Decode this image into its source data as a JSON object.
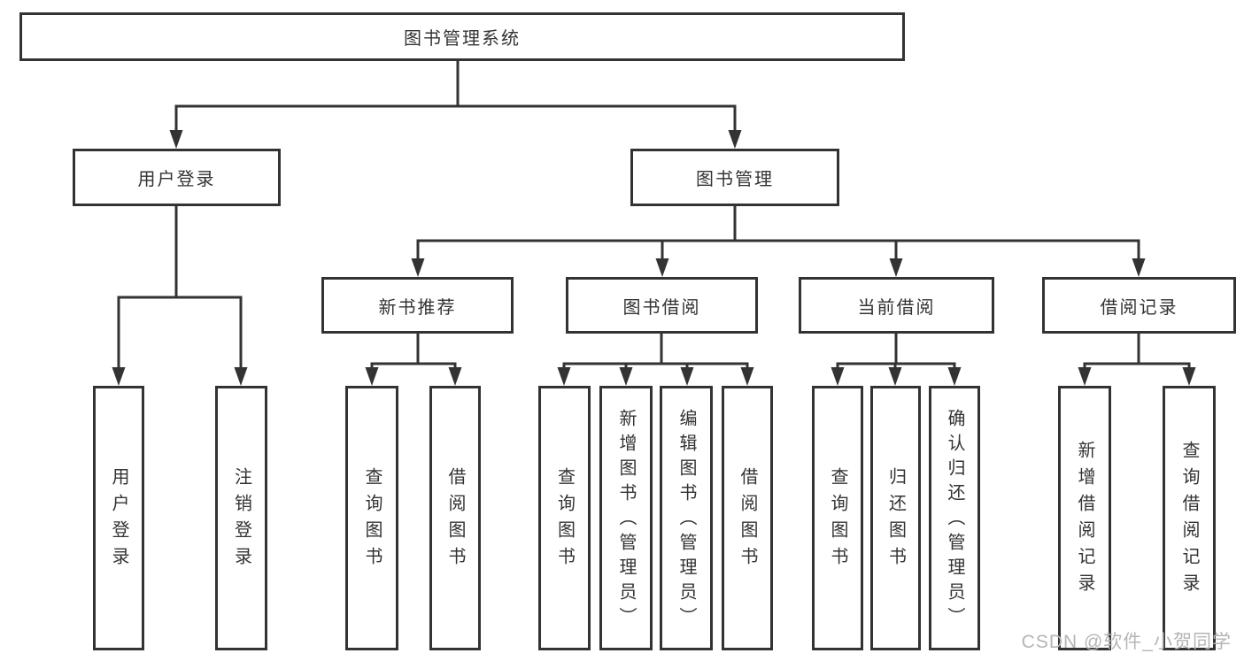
{
  "diagram": {
    "root": {
      "label": "图书管理系统"
    },
    "user_login": {
      "label": "用户登录",
      "children": [
        {
          "label": "用户登录"
        },
        {
          "label": "注销登录"
        }
      ]
    },
    "book_management": {
      "label": "图书管理",
      "sections": [
        {
          "label": "新书推荐",
          "children": [
            {
              "label": "查询图书"
            },
            {
              "label": "借阅图书"
            }
          ]
        },
        {
          "label": "图书借阅",
          "children": [
            {
              "label": "查询图书"
            },
            {
              "label": "新增图书（管理员）"
            },
            {
              "label": "编辑图书（管理员）"
            },
            {
              "label": "借阅图书"
            }
          ]
        },
        {
          "label": "当前借阅",
          "children": [
            {
              "label": "查询图书"
            },
            {
              "label": "归还图书"
            },
            {
              "label": "确认归还（管理员）"
            }
          ]
        },
        {
          "label": "借阅记录",
          "children": [
            {
              "label": "新增借阅记录"
            },
            {
              "label": "查询借阅记录"
            }
          ]
        }
      ]
    }
  },
  "watermark": {
    "text": "CSDN @软件_小贺同学"
  },
  "colors": {
    "line": "#333333",
    "text": "#333333",
    "watermark": "#b5b5b5",
    "background": "#ffffff"
  }
}
